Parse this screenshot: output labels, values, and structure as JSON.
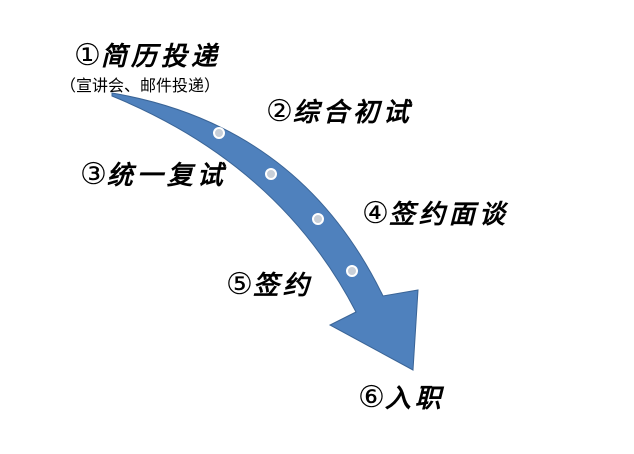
{
  "colors": {
    "arrow": "#4f81bd",
    "dot": "#c8cfd8"
  },
  "steps": [
    {
      "num": "①",
      "label": "简历投递",
      "note": "（宣讲会、邮件投递）"
    },
    {
      "num": "②",
      "label": "综合初试"
    },
    {
      "num": "③",
      "label": "统一复试"
    },
    {
      "num": "④",
      "label": "签约面谈"
    },
    {
      "num": "⑤",
      "label": "签约"
    },
    {
      "num": "⑥",
      "label": "入职"
    }
  ]
}
